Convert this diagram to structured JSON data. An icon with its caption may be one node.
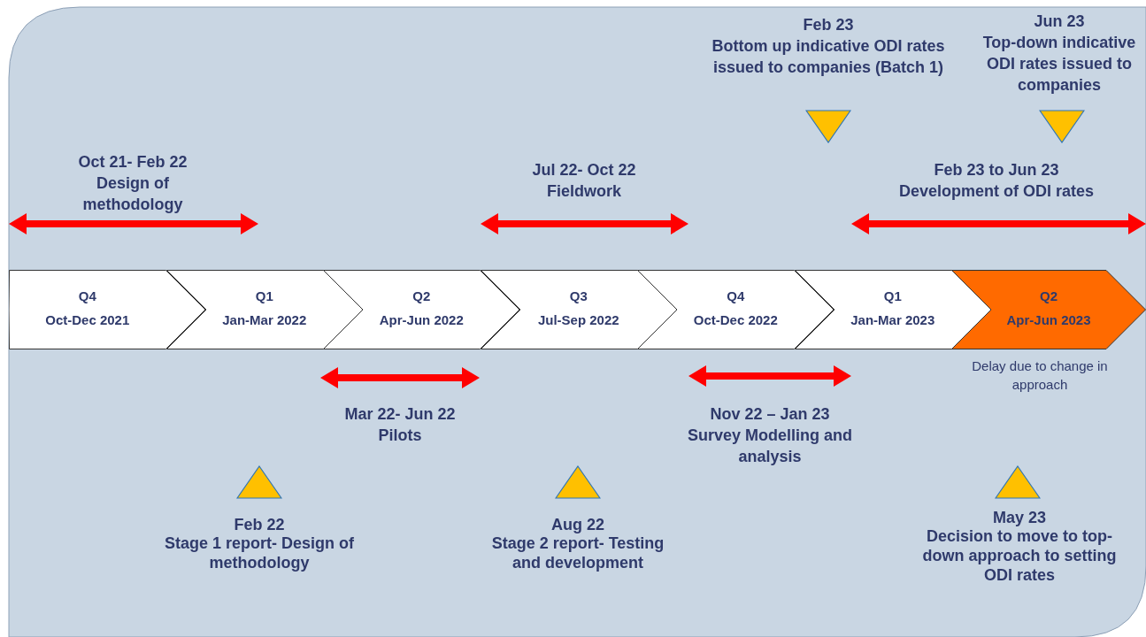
{
  "diagram": {
    "nodes": [
      {
        "text": [],
        "shape": "triangle",
        "beside": [
          "Feb 23",
          "Bottom up indicative ODI rates issued to companies (Batch 1)"
        ]
      },
      {
        "text": [],
        "shape": "triangle",
        "beside": [
          "Jun 23",
          "Top-down indicative ODI rates issued to companies"
        ]
      },
      {
        "text": [],
        "shape": "arrow",
        "beside": [
          "Oct 21- Feb 22",
          "Design of methodology"
        ]
      },
      {
        "text": [],
        "shape": "arrow",
        "beside": [
          "Jul 22- Oct 22",
          "Fieldwork"
        ]
      },
      {
        "text": [],
        "shape": "arrow",
        "beside": [
          "Feb 23 to Jun 23",
          "Development of ODI rates"
        ]
      },
      {
        "text": [
          "Q4",
          "Oct-Dec 2021"
        ]
      },
      {
        "text": [
          "Q1",
          "Jan-Mar 2022"
        ]
      },
      {
        "text": [
          "Q2",
          "Apr-Jun 2022"
        ]
      },
      {
        "text": [
          "Q3",
          "Jul-Sep 2022"
        ]
      },
      {
        "text": [
          "Q4",
          "Oct-Dec 2022"
        ]
      },
      {
        "text": [
          "Q1",
          "Jan-Mar 2023"
        ]
      },
      {
        "text": [
          "Q2",
          "Apr-Jun 2023"
        ],
        "beside": [
          "Delay due to change in approach"
        ]
      },
      {
        "text": [],
        "shape": "arrow",
        "beside": [
          "Mar 22- Jun 22",
          "Pilots"
        ]
      },
      {
        "text": [],
        "shape": "arrow",
        "beside": [
          "Nov 22 – Jan 23",
          "Survey Modelling and analysis"
        ]
      },
      {
        "text": [],
        "shape": "triangle",
        "beside": [
          "Feb 22",
          "Stage 1 report- Design of methodology"
        ]
      },
      {
        "text": [],
        "shape": "triangle",
        "beside": [
          "Aug 22",
          "Stage 2 report- Testing and development"
        ]
      },
      {
        "text": [],
        "shape": "triangle",
        "beside": [
          "May 23",
          "Decision to move to top-down approach to setting ODI rates"
        ]
      }
    ],
    "edges": []
  }
}
